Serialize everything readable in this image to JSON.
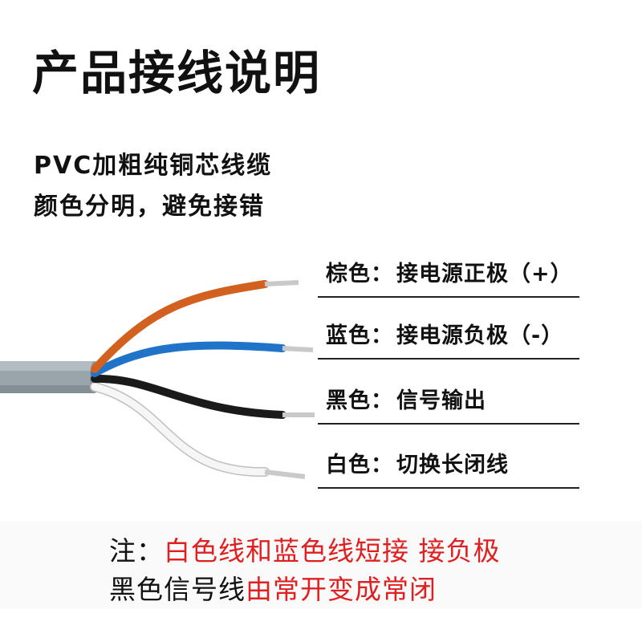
{
  "title": "产品接线说明",
  "subtitle_lines": [
    "PVC加粗纯铜芯线缆",
    "颜色分明，避免接错"
  ],
  "legend": [
    {
      "color_label": "棕色",
      "sep": "：",
      "desc": "接电源正极（+）",
      "wire_color": "#d2601e"
    },
    {
      "color_label": "蓝色",
      "sep": "：",
      "desc": "接电源负极（-）",
      "wire_color": "#1f74c9"
    },
    {
      "color_label": "黑色",
      "sep": "：",
      "desc": "信号输出",
      "wire_color": "#1a1a1a"
    },
    {
      "color_label": "白色",
      "sep": "：",
      "desc": "切换长闭线",
      "wire_color": "#f4f4f4"
    }
  ],
  "note": {
    "prefix": "注：",
    "line1_red": "白色线和蓝色线短接 接负极",
    "line2_black": "黑色信号线",
    "line2_red": "由常开变成常闭"
  },
  "colors": {
    "highlight": "#e02020",
    "sheath": "#9aa4ab",
    "copper": "#c8c8c8"
  }
}
